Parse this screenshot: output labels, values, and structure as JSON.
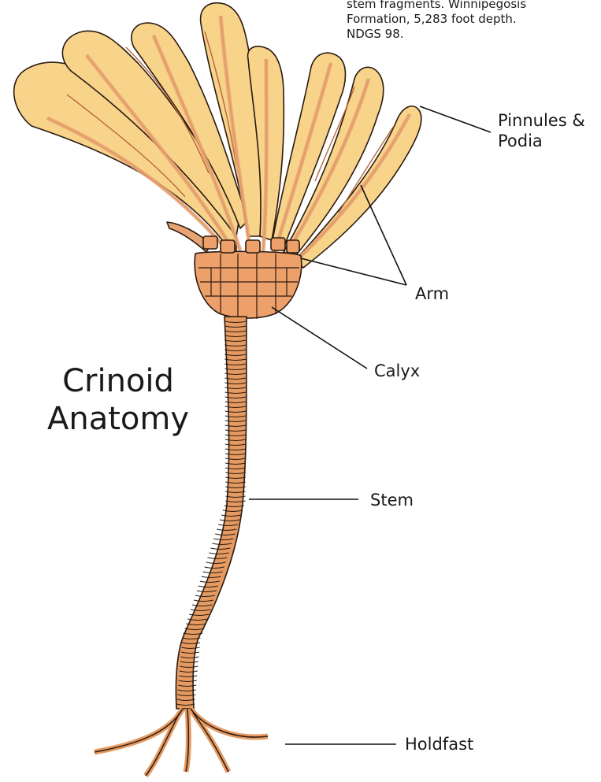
{
  "caption": {
    "line1": "stem fragments.  Winnipegosis",
    "line2": "Formation, 5,283 foot depth.",
    "line3": "NDGS 98."
  },
  "title": {
    "line1": "Crinoid",
    "line2": "Anatomy"
  },
  "labels": {
    "pinnules_line1": "Pinnules &",
    "pinnules_line2": "Podia",
    "arm": "Arm",
    "calyx": "Calyx",
    "stem": "Stem",
    "holdfast": "Holdfast"
  },
  "colors": {
    "arm_fill": "#f7d48a",
    "branch_fill": "#e8a372",
    "plate_fill": "#eea06a",
    "stem_fill": "#e59a62",
    "outline": "#2a1a10",
    "leader_line": "#111111"
  }
}
